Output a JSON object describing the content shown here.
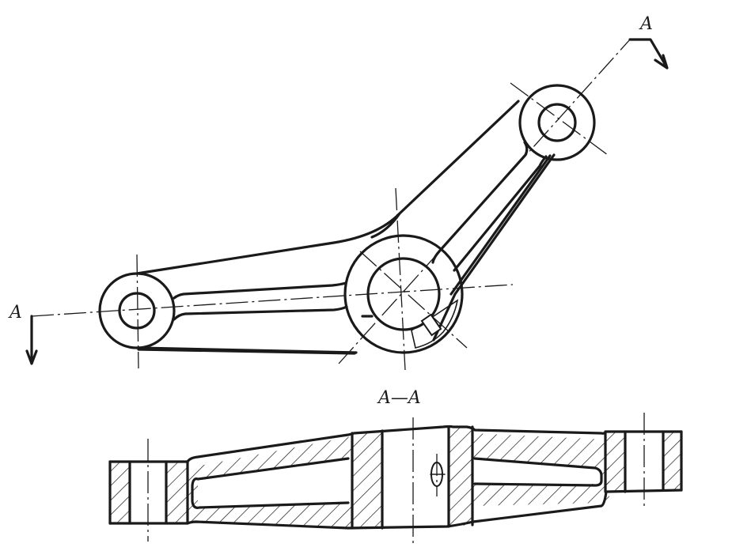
{
  "labels": {
    "cut_top": "A",
    "cut_left": "A",
    "section_title": "A—A"
  }
}
